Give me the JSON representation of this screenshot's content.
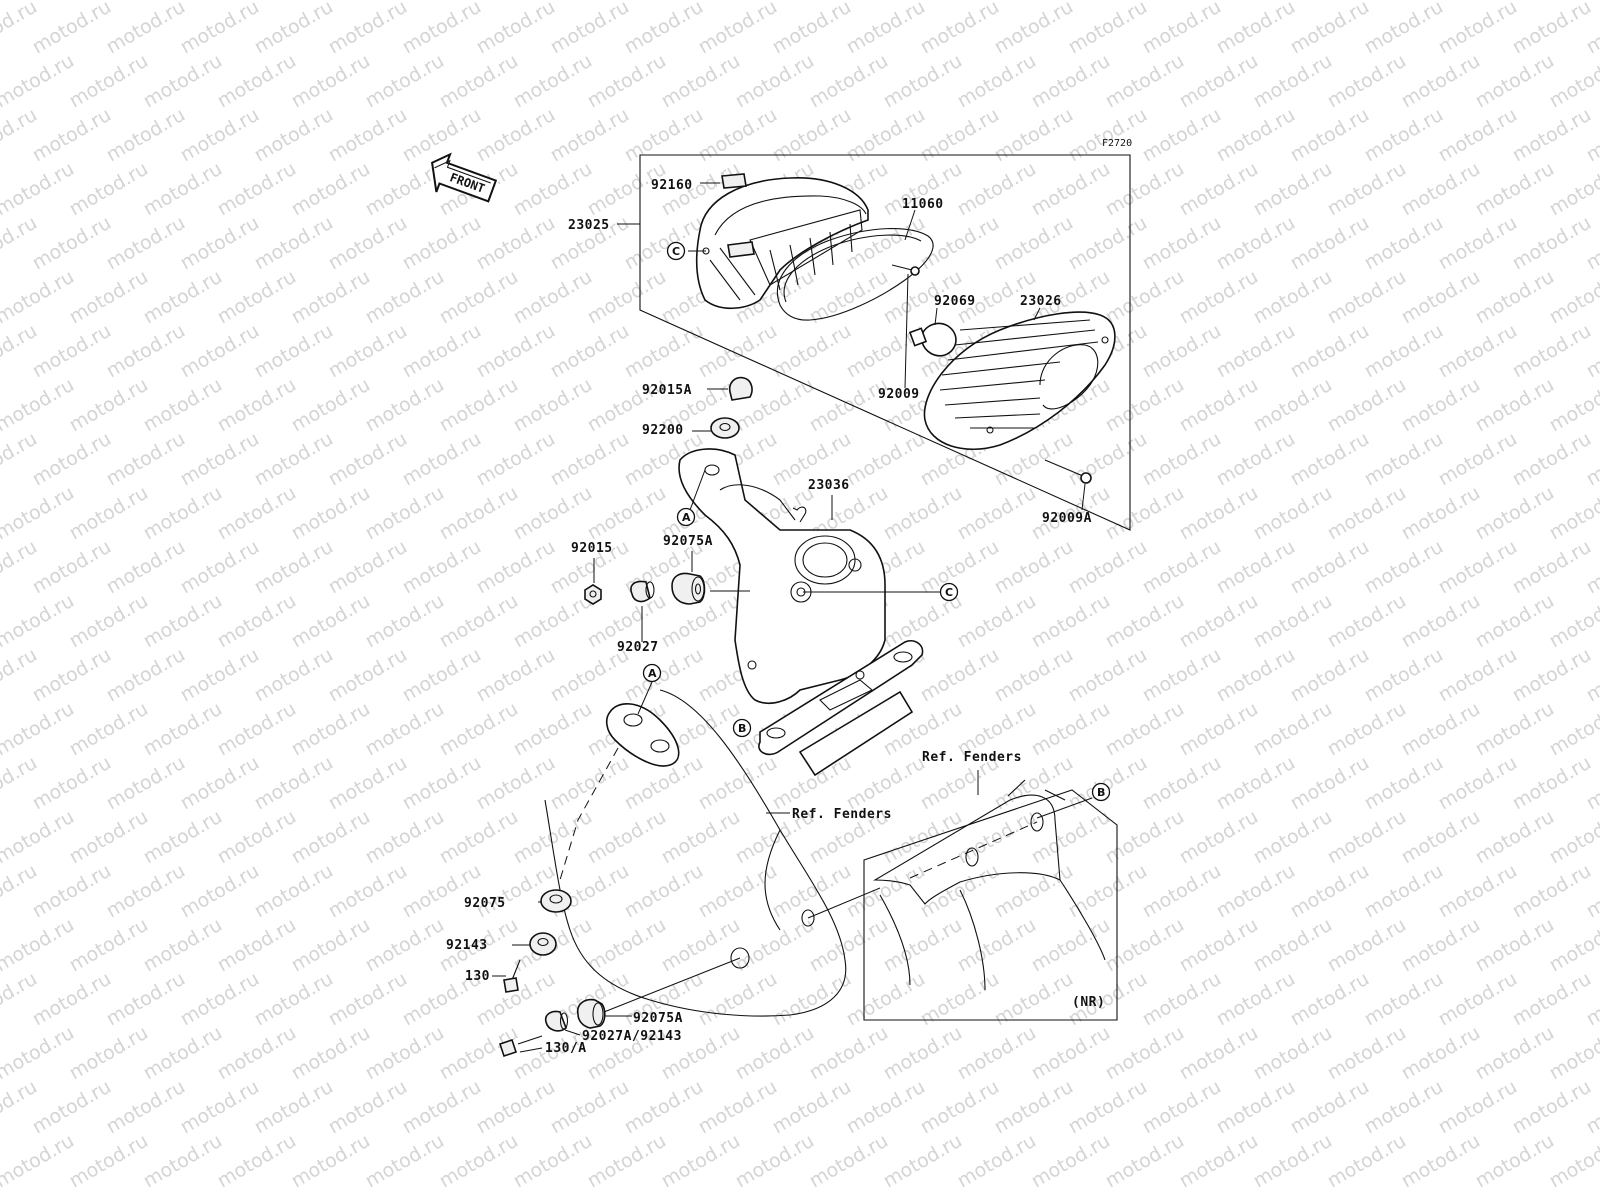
{
  "figure_code": "F2720",
  "watermark": "motod.ru",
  "front_label": "FRONT",
  "parts": {
    "p92160": "92160",
    "p23025": "23025",
    "p11060": "11060",
    "p92069": "92069",
    "p23026": "23026",
    "p92009": "92009",
    "p92015A": "92015A",
    "p92200": "92200",
    "p23036": "23036",
    "p92009A": "92009A",
    "p92015": "92015",
    "p92075A_top": "92075A",
    "p92027": "92027",
    "p92075": "92075",
    "p92143": "92143",
    "p130": "130",
    "p92075A_bottom": "92075A",
    "p92027A": "92027A/92143",
    "p130A": "130/A"
  },
  "references": {
    "fenders_main": "Ref. Fenders",
    "fenders_inset": "Ref. Fenders",
    "inset_tag": "(NR)"
  },
  "callouts": {
    "a": "A",
    "b": "B",
    "c": "C"
  }
}
